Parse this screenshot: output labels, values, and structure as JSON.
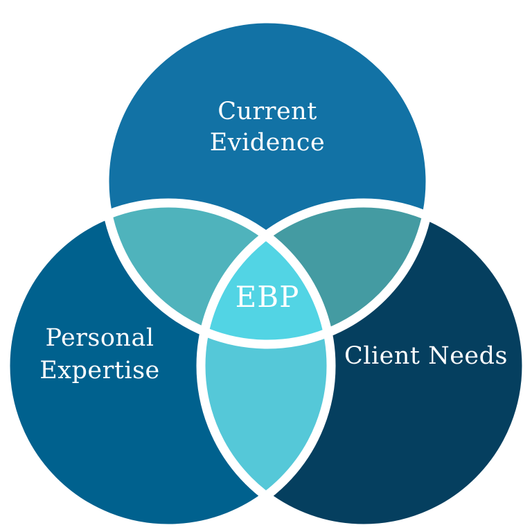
{
  "diagram": {
    "type": "venn-3-circle",
    "background_color": "#ffffff",
    "divider_color": "#ffffff",
    "text_color": "#ffffff",
    "center": {
      "label": "EBP",
      "color": "#52d4e4"
    },
    "circles": {
      "top": {
        "label": "Current Evidence",
        "line1": "Current",
        "line2": "Evidence",
        "color": "#1272a5"
      },
      "left": {
        "label": "Personal Expertise",
        "line1": "Personal",
        "line2": "Expertise",
        "color": "#00618e"
      },
      "right": {
        "label": "Client Needs",
        "line1": "Client Needs",
        "color": "#053f5f"
      }
    },
    "overlaps": {
      "top_left": {
        "between": [
          "Current Evidence",
          "Personal Expertise"
        ],
        "color": "#4fb3bc"
      },
      "top_right": {
        "between": [
          "Current Evidence",
          "Client Needs"
        ],
        "color": "#449ba2"
      },
      "left_right": {
        "between": [
          "Personal Expertise",
          "Client Needs"
        ],
        "color": "#55c8d8"
      }
    }
  }
}
